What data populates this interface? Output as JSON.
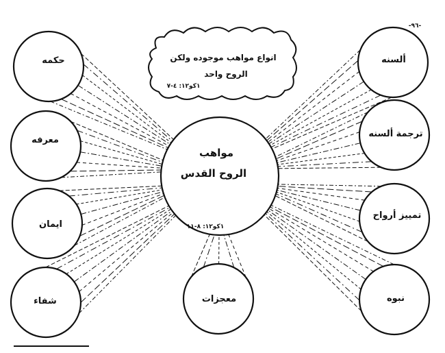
{
  "page_number": "-٩٦-",
  "header_box": {
    "line1": "انواع مواهب موجوده ولكن",
    "line2": "الروح واحد",
    "reference": "١كو١٢: ٤-٧"
  },
  "center": {
    "line1": "مواهب",
    "line2": "الروح القدس",
    "reference": "١كو١٢: ٨-١١"
  },
  "gifts": {
    "wisdom": "حكمه",
    "knowledge": "معرفه",
    "faith": "ايمان",
    "healing": "شفاء",
    "miracles": "معجزات",
    "tongues": "ألسنه",
    "interpretation": "ترجمة ألسنه",
    "discernment": "تمييز أرواح",
    "prophecy": "نبوه"
  },
  "colors": {
    "ink": "#111111",
    "paper": "#ffffff"
  }
}
